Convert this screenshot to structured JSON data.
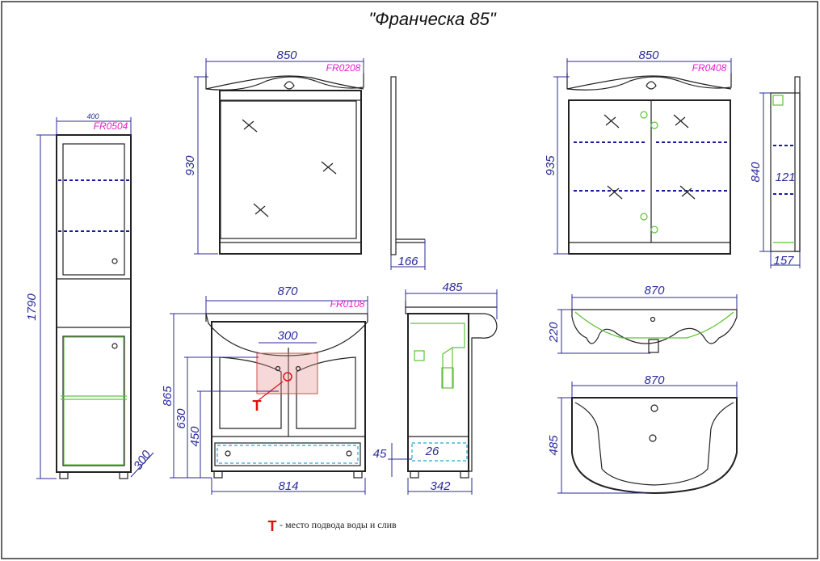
{
  "title": "\"Франческа 85\"",
  "colors": {
    "dimension": "#2b2b9a",
    "code": "#e020c8",
    "water": "#e01010",
    "inner": "#5fc23a",
    "drawer": "#20a8d8"
  },
  "tall_cabinet": {
    "code": "FR0504",
    "width": "400",
    "height": "1790",
    "depth": "300"
  },
  "mirror": {
    "code": "FR0208",
    "width": "850",
    "height": "930",
    "depth": "166"
  },
  "mirror_cabinet": {
    "code": "FR0408",
    "width": "850",
    "height": "935",
    "side_height": "840",
    "inner": "121",
    "depth": "157"
  },
  "vanity": {
    "code": "FR0108",
    "top_width": "870",
    "offset": "300",
    "height_total": "865",
    "height_630": "630",
    "height_450": "450",
    "base_width": "814",
    "t_marker": "T"
  },
  "vanity_side": {
    "depth_top": "485",
    "depth_base": "342",
    "drawer_offset": "45",
    "drawer_height": "26"
  },
  "basin_front": {
    "width": "870",
    "height": "220"
  },
  "basin_top": {
    "width": "870",
    "depth": "485"
  },
  "legend": {
    "marker": "T",
    "text": "- место подвода воды и слив"
  }
}
